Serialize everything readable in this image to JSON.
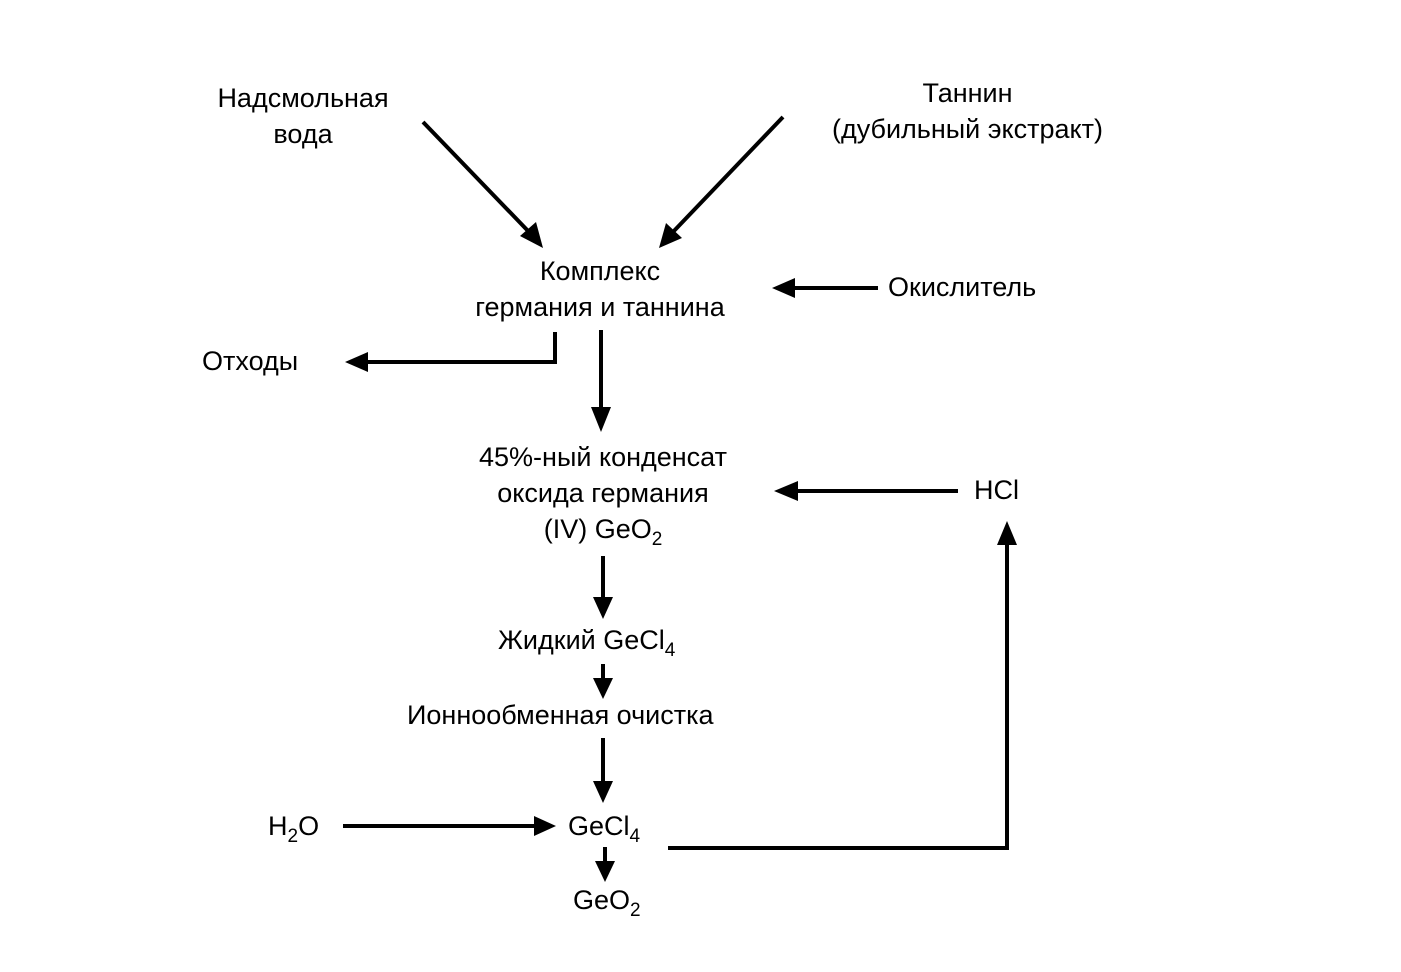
{
  "nodes": {
    "resin_water": {
      "line1": "Надсмольная",
      "line2": "вода"
    },
    "tannin": {
      "line1": "Таннин",
      "line2": "(дубильный экстракт)"
    },
    "complex": {
      "line1": "Комплекс",
      "line2": "германия и таннина"
    },
    "oxidizer": {
      "text": "Окислитель"
    },
    "waste": {
      "text": "Отходы"
    },
    "condensate": {
      "line1": "45%-ный конденсат",
      "line2": "оксида германия",
      "line3_main": "(IV) GeO",
      "line3_sub": "2"
    },
    "hcl": {
      "text": "HCl"
    },
    "liquid_gecl4": {
      "main": "Жидкий GeCl",
      "sub": "4"
    },
    "ion_exchange": {
      "text": "Ионнообменная очистка"
    },
    "water": {
      "pre": "H",
      "sub": "2",
      "post": "O"
    },
    "gecl4": {
      "main": "GeCl",
      "sub": "4"
    },
    "geo2": {
      "main": "GeO",
      "sub": "2"
    }
  },
  "edges": [
    {
      "from": "resin_water",
      "to": "complex"
    },
    {
      "from": "tannin",
      "to": "complex"
    },
    {
      "from": "oxidizer",
      "to": "complex"
    },
    {
      "from": "complex",
      "to": "waste"
    },
    {
      "from": "complex",
      "to": "condensate"
    },
    {
      "from": "hcl",
      "to": "condensate"
    },
    {
      "from": "condensate",
      "to": "liquid_gecl4"
    },
    {
      "from": "liquid_gecl4",
      "to": "ion_exchange"
    },
    {
      "from": "ion_exchange",
      "to": "gecl4"
    },
    {
      "from": "water",
      "to": "gecl4"
    },
    {
      "from": "gecl4",
      "to": "geo2"
    },
    {
      "from": "gecl4",
      "to": "hcl"
    }
  ]
}
